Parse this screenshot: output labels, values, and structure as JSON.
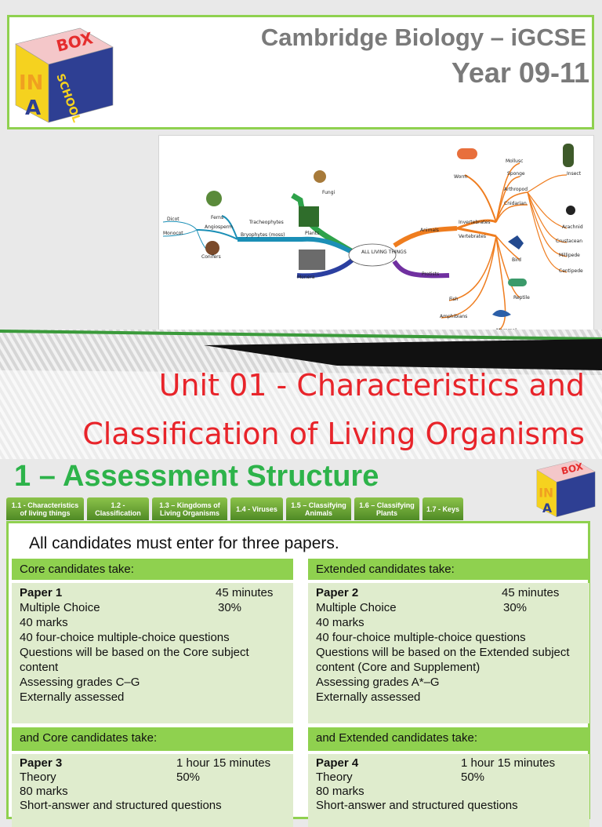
{
  "header": {
    "course": "Cambridge Biology – iGCSE",
    "year": "Year 09-11",
    "logo_text": [
      "IN",
      "A",
      "BOX",
      "SCHOOL"
    ]
  },
  "mindmap": {
    "center": "ALL LIVING THINGS",
    "labels": {
      "fungi": "Fungi",
      "plants": "Plants",
      "monera": "Monera",
      "protists": "Protists",
      "animals": "Animals",
      "tracheophytes": "Tracheophytes",
      "bryophytes": "Bryophytes (moss)",
      "ferns": "Ferns",
      "angiosperm": "Angiosperm",
      "conifers": "Conifers",
      "dicot": "Dicot",
      "monocot": "Monocot",
      "invertebrates": "Invertebrates",
      "vertebrates": "Vertebrates",
      "worm": "Worm",
      "mollusc": "Mollusc",
      "sponge": "Sponge",
      "arthropod": "Arthropod",
      "cnidarian": "Cnidarian",
      "insect": "Insect",
      "arachnid": "Arachnid",
      "crustacean": "Crustacean",
      "millipede": "Millipede",
      "centipede": "Centipede",
      "bird": "Bird",
      "reptile": "Reptile",
      "fish": "Fish",
      "amphibians": "Amphibians",
      "mammal": "Mammal"
    }
  },
  "unit": {
    "line1": "Unit 01 - Characteristics and",
    "line2": "Classification of Living Organisms"
  },
  "section": {
    "title": "1 – Assessment Structure"
  },
  "tabs": [
    "1.1 - Characteristics of living things",
    "1.2 - Classification",
    "1.3 – Kingdoms of Living Organisms",
    "1.4 - Viruses",
    "1.5 – Classifying Animals",
    "1.6 – Classifying Plants",
    "1.7 - Keys"
  ],
  "content": {
    "intro": "All candidates must enter for three papers.",
    "core": {
      "heading": "Core candidates take:",
      "paper1": {
        "name": "Paper 1",
        "time": "45 minutes",
        "type": "Multiple Choice",
        "weight": "30%",
        "lines": [
          "40 marks",
          "40 four-choice multiple-choice questions",
          "Questions will be based on the Core subject content",
          "Assessing grades C–G",
          "Externally assessed"
        ]
      },
      "and_heading": "and Core candidates take:",
      "paper3": {
        "name": "Paper 3",
        "time": "1 hour 15 minutes",
        "type": "Theory",
        "weight": "50%",
        "lines": [
          "80 marks",
          "Short-answer and structured questions"
        ]
      }
    },
    "extended": {
      "heading": "Extended candidates take:",
      "paper2": {
        "name": "Paper 2",
        "time": "45 minutes",
        "type": "Multiple Choice",
        "weight": "30%",
        "lines": [
          "40 marks",
          "40 four-choice multiple-choice questions",
          "Questions will be based on the Extended subject content (Core and Supplement)",
          "Assessing grades A*–G",
          "Externally assessed"
        ]
      },
      "and_heading": "and Extended candidates take:",
      "paper4": {
        "name": "Paper 4",
        "time": "1 hour 15 minutes",
        "type": "Theory",
        "weight": "50%",
        "lines": [
          "80 marks",
          "Short-answer and structured questions"
        ]
      }
    }
  },
  "colors": {
    "accent_green": "#8fd14f",
    "title_red": "#e8242a",
    "section_green": "#2db34a",
    "header_gray": "#7a7a7a",
    "paper_bg": "#dfeccd"
  }
}
